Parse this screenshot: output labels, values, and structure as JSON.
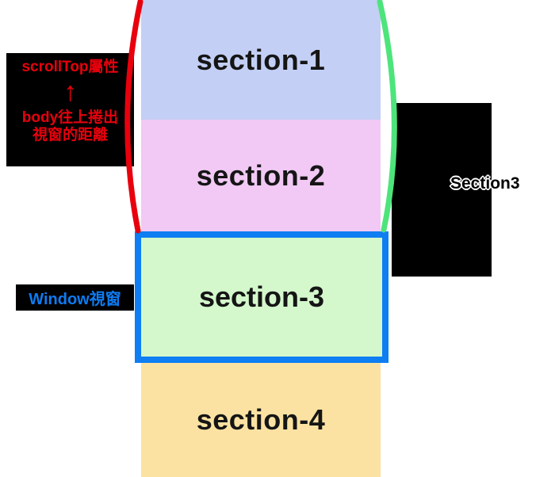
{
  "diagram": {
    "sections": [
      {
        "label": "section-1",
        "bg": "#c3cff5"
      },
      {
        "label": "section-2",
        "bg": "#f1c9f4"
      },
      {
        "label": "section-3",
        "bg": "#d4f8cc"
      },
      {
        "label": "section-4",
        "bg": "#fce2a2"
      }
    ],
    "viewport": {
      "label": "Window視窗",
      "border_color": "#0e7ef2",
      "label_color": "#0d7cf2",
      "label_bg": "#000000"
    },
    "scrolltop_note": {
      "title": "scrollTop屬性",
      "arrow_glyph": "↑",
      "desc_line1": "body往上捲出",
      "desc_line2": "視窗的距離",
      "text_color": "#e8000d",
      "bg": "#000000"
    },
    "right_note": {
      "label": "Section3",
      "bg": "#000000",
      "text_color": "#000000"
    },
    "braces": {
      "left_color": "#e8000d",
      "right_color": "#4de47c"
    }
  }
}
